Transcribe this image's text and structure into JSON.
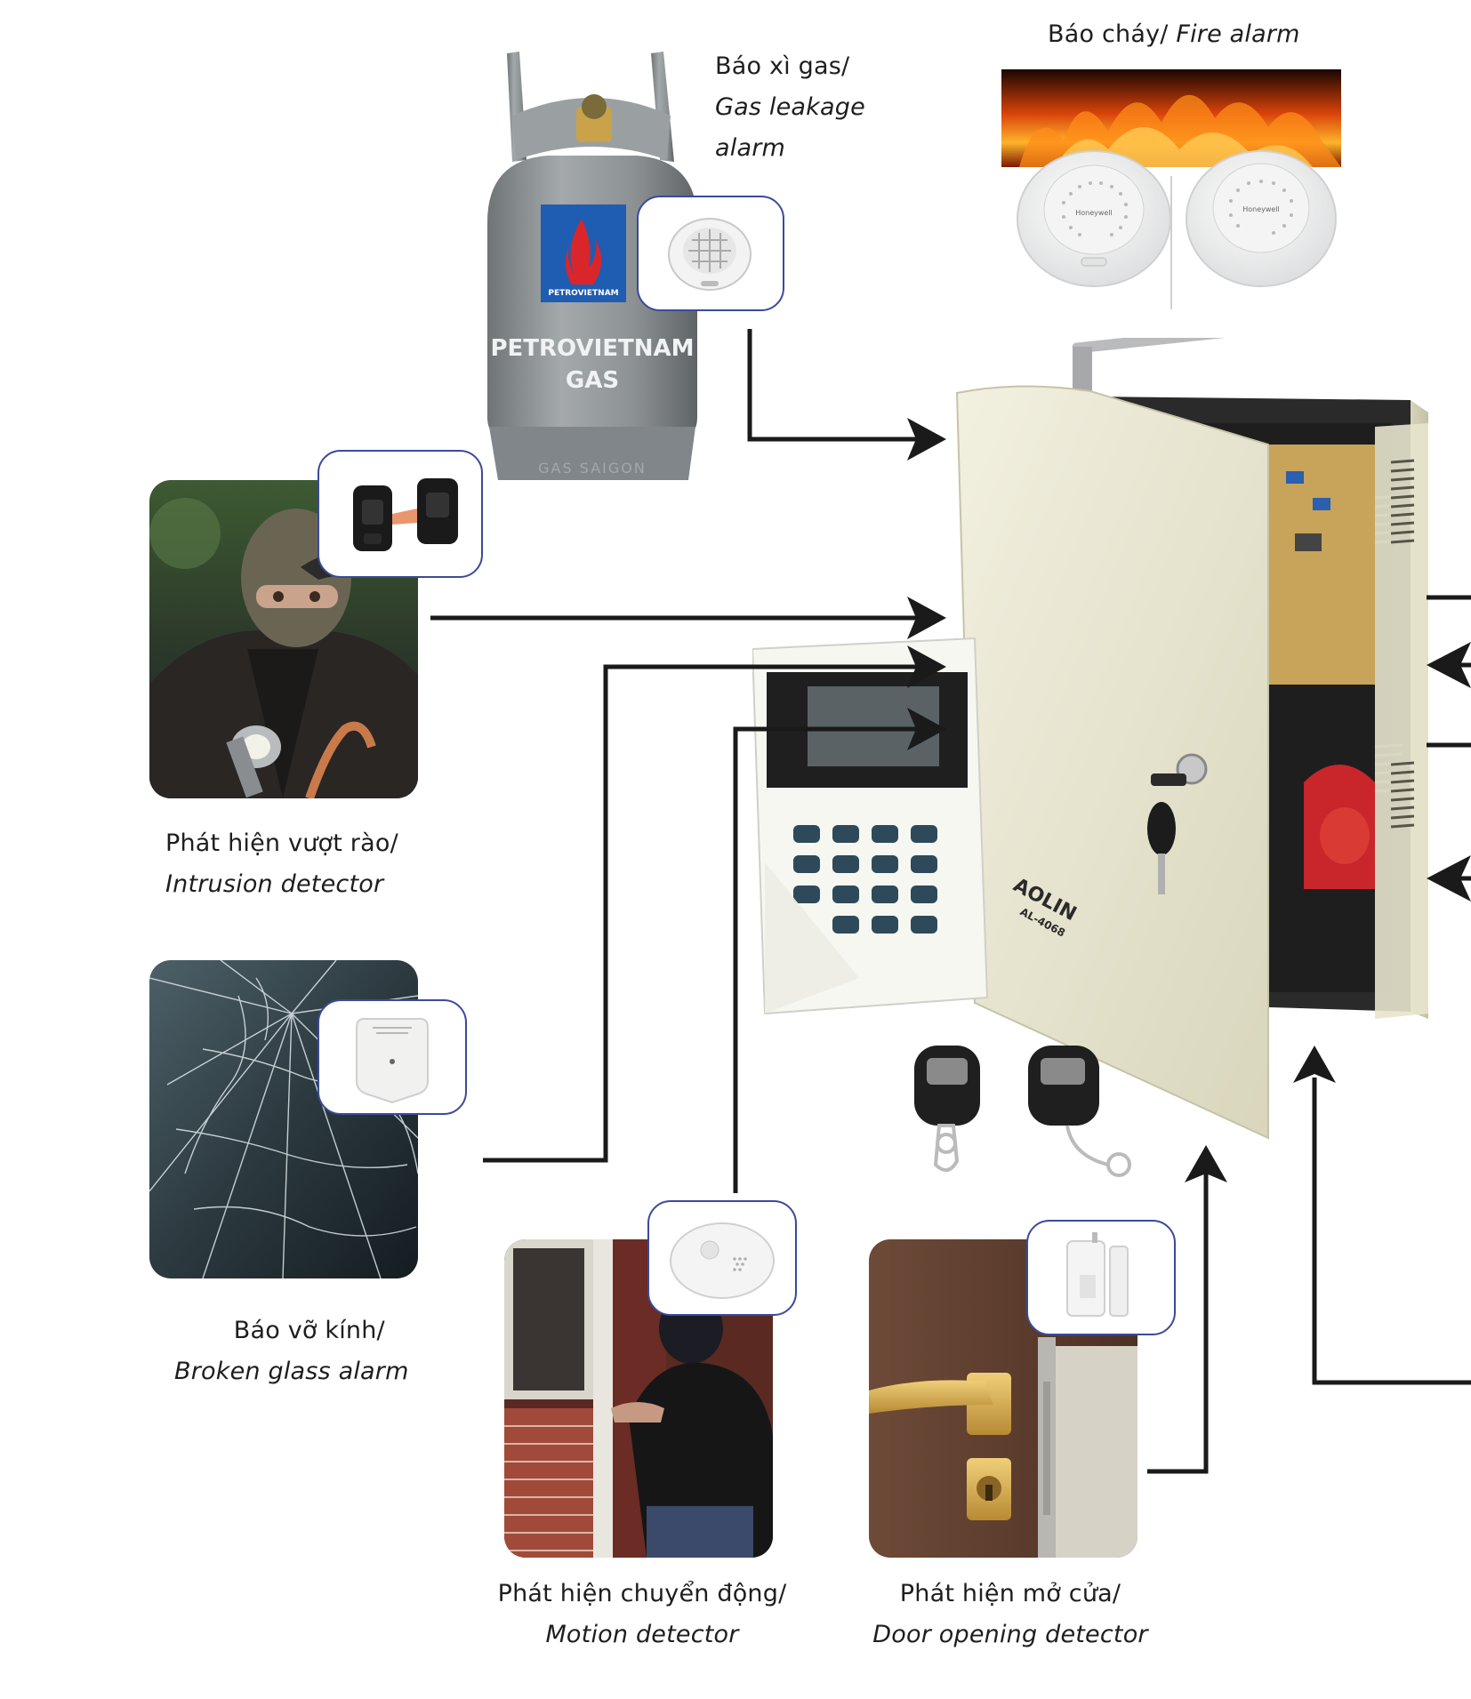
{
  "labels": {
    "fire": {
      "vi": "Báo cháy/",
      "en": "Fire alarm"
    },
    "gas": {
      "vi": "Báo xì gas/",
      "en1": "Gas leakage",
      "en2": "alarm"
    },
    "intrusion": {
      "vi": "Phát hiện vượt rào/",
      "en": "Intrusion detector"
    },
    "glass": {
      "vi": "Báo vỡ kính/",
      "en": "Broken glass alarm"
    },
    "motion": {
      "vi": "Phát hiện chuyển động/",
      "en": "Motion detector"
    },
    "door": {
      "vi": "Phát hiện mở cửa/",
      "en": "Door opening detector"
    }
  },
  "product_text": {
    "cylinder_brand": "PETROVIETNAM",
    "cylinder_line1": "PETROVIETNAM",
    "cylinder_line2": "GAS",
    "cylinder_ring": "GAS SAIGON",
    "panel_brand": "AOLIN",
    "panel_model": "AL-4068",
    "detector_brand": "Honeywell"
  },
  "colors": {
    "arrow": "#1a1a1a",
    "badge_border": "#3b4a9a",
    "panel": "#ecead6",
    "cylinder": "#8e9496"
  }
}
